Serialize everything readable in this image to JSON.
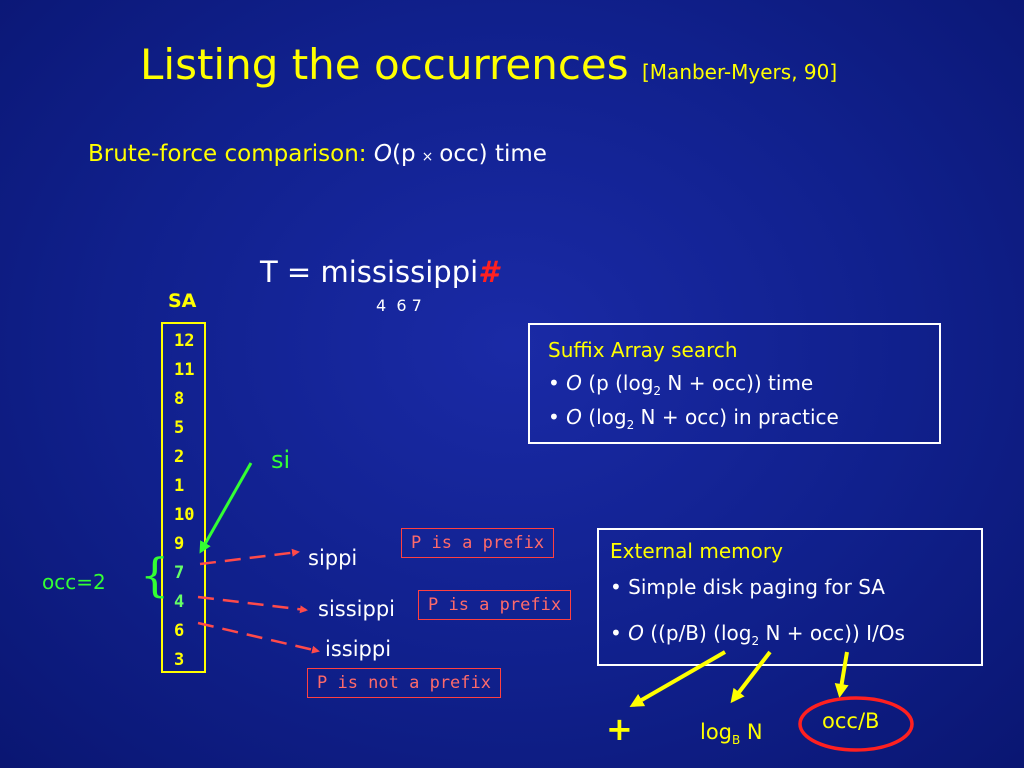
{
  "title": {
    "main": "Listing the occurrences",
    "cite": "[Manber-Myers, 90]"
  },
  "subtitle": {
    "label": "Brute-force comparison:",
    "o": "O",
    "p": "(p",
    "times": "×",
    "rest": "occ) time"
  },
  "text": {
    "prefix": "T = mississippi",
    "hash": "#",
    "positions": "4  6 7"
  },
  "sa": {
    "label": "SA",
    "values": [
      "12",
      "11",
      "8",
      "5",
      "2",
      "1",
      "10",
      "9",
      "7",
      "4",
      "6",
      "3"
    ]
  },
  "pattern_label": "si",
  "occ_label": "occ=2",
  "brace": "{",
  "suffixes": [
    "sippi",
    "sissippi",
    "issippi"
  ],
  "prefix_boxes": [
    "P is a prefix",
    "P is a prefix",
    "P is not a prefix"
  ],
  "search_box": {
    "heading": "Suffix Array search",
    "line1": {
      "bullet": "• ",
      "o": "O",
      "a": " (p (log",
      "sub": "2",
      "b": " N + occ))  time"
    },
    "line2": {
      "bullet": "• ",
      "o": "O",
      "a": " (log",
      "sub": "2",
      "b": " N + occ)  in practice"
    }
  },
  "external_box": {
    "heading": "External memory",
    "line1": "• Simple disk paging for SA",
    "line2": {
      "bullet": "• ",
      "o": "O",
      "a": " ((p/B) (log",
      "sub": "2",
      "b": " N + occ)) I/Os"
    }
  },
  "bottom": {
    "plus": "+",
    "log": "log",
    "log_sub": "B",
    "log_rest": " N",
    "occ_b": "occ/B"
  },
  "colors": {
    "background": "#10208c",
    "title": "#ffff00",
    "green": "#33ff33",
    "red": "#ff4040"
  }
}
